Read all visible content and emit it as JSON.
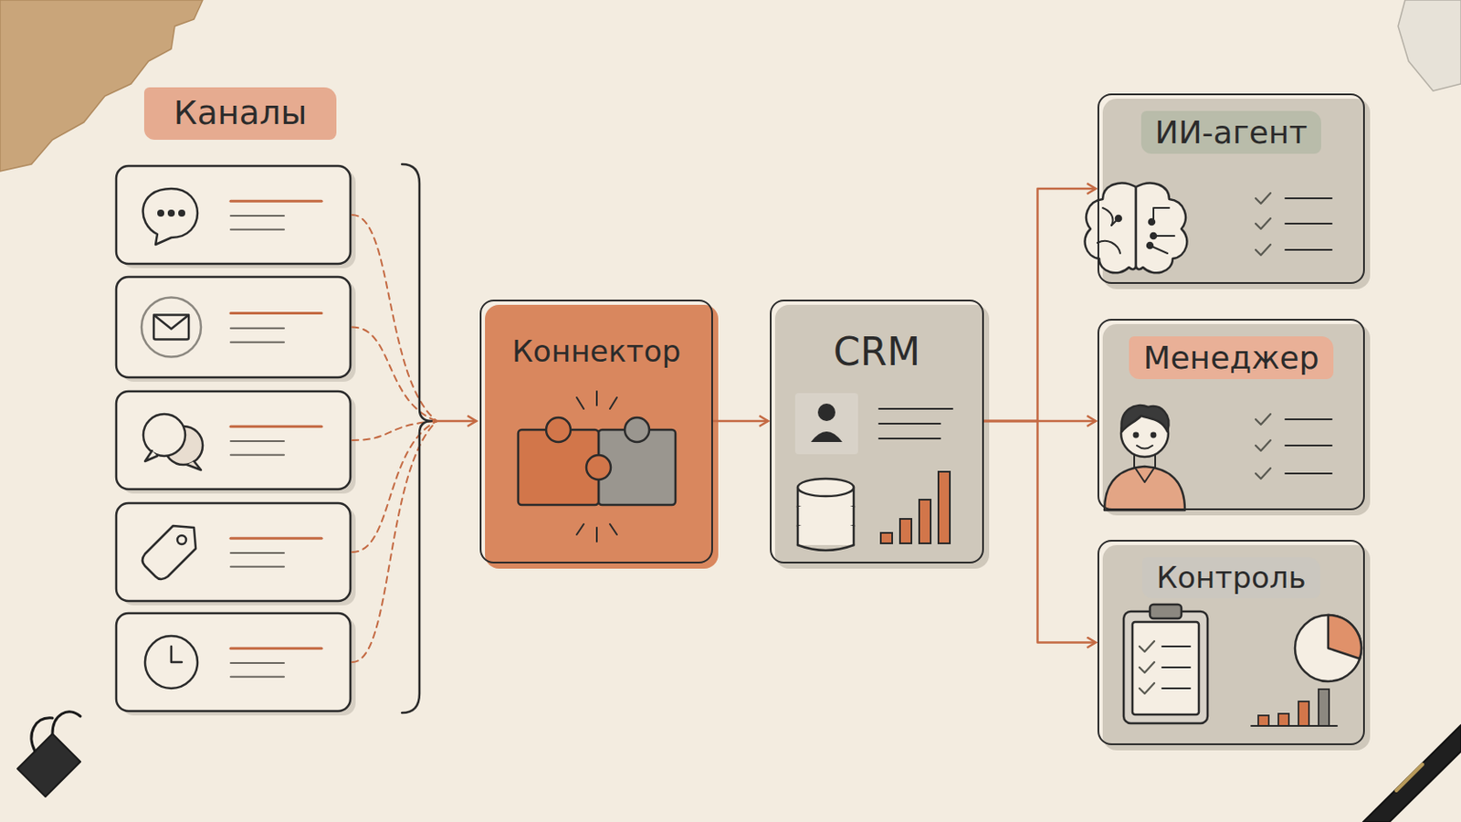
{
  "diagram": {
    "nodes": [
      {
        "text": [
          "Коннектор"
        ]
      },
      {
        "text": [
          "CRM"
        ]
      },
      {
        "text": [
          "ИИ-агент"
        ]
      },
      {
        "text": [
          "Менеджер"
        ]
      },
      {
        "text": [
          "Контроль"
        ]
      }
    ],
    "edges": [
      {
        "from": 0,
        "to": 1,
        "arrow": "to"
      },
      {
        "from": 1,
        "to": 2,
        "arrow": "to"
      },
      {
        "from": 1,
        "to": 3,
        "arrow": "to"
      },
      {
        "from": 1,
        "to": 4,
        "arrow": "to"
      }
    ],
    "labels": [
      "Каналы"
    ]
  }
}
